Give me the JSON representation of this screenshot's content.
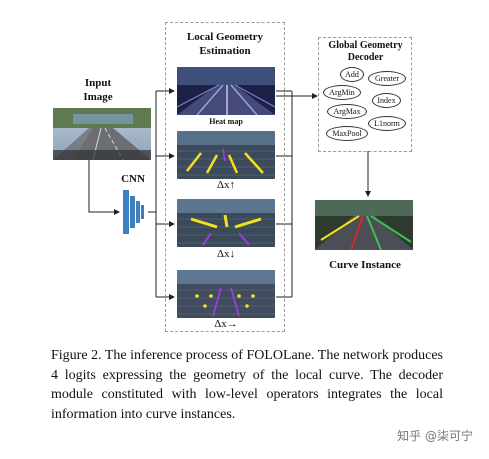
{
  "labels": {
    "input_image": "Input\nImage",
    "cnn": "CNN",
    "local_geometry": "Local Geometry\nEstimation",
    "heat_map": "Heat map",
    "delta_up": "Δx↑",
    "delta_down": "Δx↓",
    "delta_right": "Δx→",
    "global_decoder": "Global Geometry\nDecoder",
    "curve_instance": "Curve Instance"
  },
  "operators": [
    "Add",
    "Greater",
    "ArgMin",
    "Index",
    "ArgMax",
    "L1norm",
    "MaxPool"
  ],
  "caption": "Figure 2. The inference process of FOLOLane. The network produces 4 logits expressing the geometry of the local curve. The decoder module constituted with low-level operators integrates the local information into curve instances.",
  "watermark": "知乎 @柒可宁",
  "colors": {
    "cnn_blue": "#3f7fc0",
    "lane_yellow": "#f2e21b",
    "lane_purple": "#9b3de0",
    "lane_red": "#d42a2a",
    "lane_green": "#3fbf4f"
  }
}
